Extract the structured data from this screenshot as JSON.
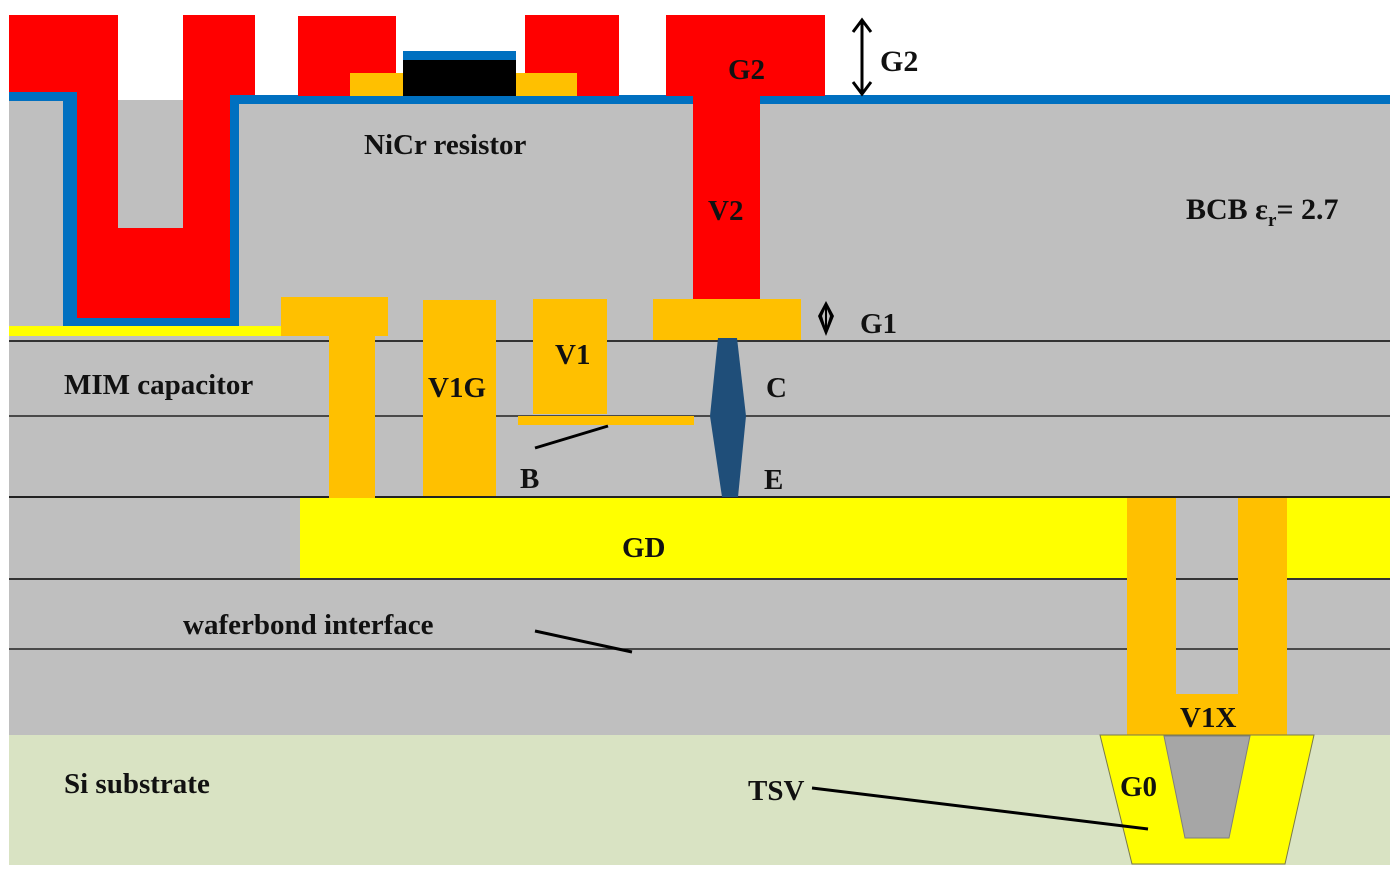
{
  "figure": {
    "title": "Cross-section of InP DHBT process with BCB interconnect stack and TSV",
    "colors": {
      "bcb": "#bfbfbf",
      "metal_red": "#ff0000",
      "metal_orange": "#ffc000",
      "metal_yellow": "#ffff00",
      "passivation_blue": "#0070c0",
      "hbt_blue": "#1f4e79",
      "si_substrate": "#d9e3c3",
      "tsv_core": "#a6a6a6",
      "resistor_black": "#000000",
      "line": "#222222"
    },
    "labels": {
      "g2_arrow": "G2",
      "g2_metal": "G2",
      "nicr": "NiCr resistor",
      "v2": "V2",
      "bcb_prefix": "BCB ε",
      "bcb_sub": "r",
      "bcb_suffix": "= 2.7",
      "g1": "G1",
      "mim": "MIM capacitor",
      "v1g": "V1G",
      "v1": "V1",
      "c": "C",
      "b": "B",
      "e": "E",
      "gd": "GD",
      "waferbond": "waferbond interface",
      "v1x": "V1X",
      "si": "Si substrate",
      "tsv": "TSV",
      "g0": "G0"
    }
  }
}
